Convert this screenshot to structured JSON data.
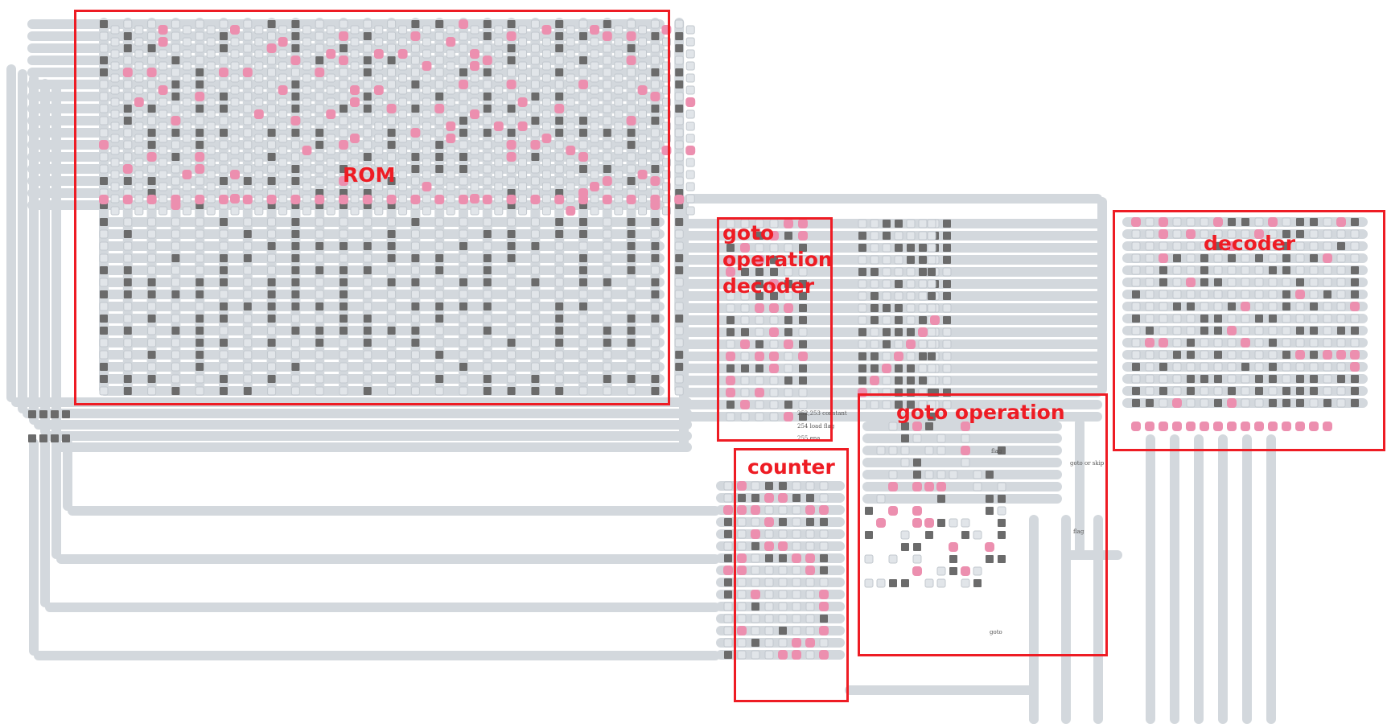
{
  "colors": {
    "wire": "#d3d8dd",
    "wire_border": "#c2c8ce",
    "node": "#6b6b6b",
    "node_light": "#e1e5e9",
    "active": "#ec8faf",
    "annotation": "#ee1c24"
  },
  "regions": [
    {
      "id": "rom",
      "label": "ROM"
    },
    {
      "id": "goto_decoder",
      "label": "goto\noperation\ndecoder"
    },
    {
      "id": "goto_operation",
      "label": "goto operation"
    },
    {
      "id": "counter",
      "label": "counter"
    },
    {
      "id": "decoder",
      "label": "decoder"
    }
  ],
  "pin_labels": [
    "252,253 constant",
    "254 load flag",
    "255 ena",
    "flag",
    "goto or skip",
    "flag",
    "goto"
  ]
}
